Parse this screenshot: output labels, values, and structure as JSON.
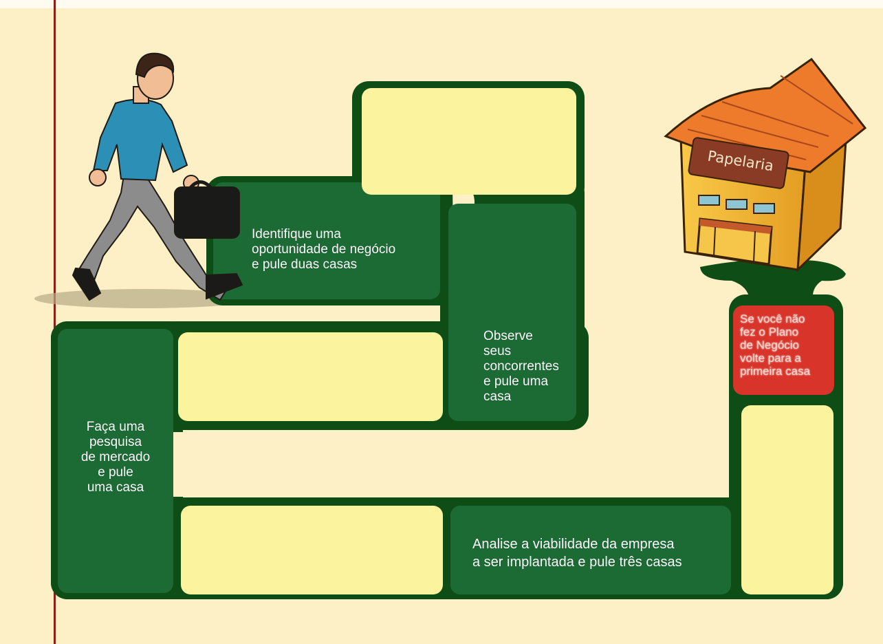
{
  "board": {
    "colors": {
      "background": "#fdf0c6",
      "track": "#0f4d17",
      "green_cell": "#1c6b35",
      "yellow_cell": "#fbf39d",
      "red_cell": "#d8342a",
      "margin_line": "#8c1f18"
    },
    "cells": [
      {
        "id": "cell-identifique",
        "color": "green",
        "text": "Identifique uma\noportunidade de negócio\ne pule duas casas"
      },
      {
        "id": "cell-observe",
        "color": "green",
        "text": "Observe\nseus\nconcorrentes\ne pule uma\ncasa"
      },
      {
        "id": "cell-pesquisa",
        "color": "green",
        "text": "Faça uma\npesquisa\nde  mercado\ne pule\numa casa"
      },
      {
        "id": "cell-analise",
        "color": "green",
        "text": "Analise a viabilidade da empresa\na ser implantada e pule três casas"
      },
      {
        "id": "cell-plano",
        "color": "red",
        "text": "Se você não\nfez o Plano\nde Negócio\nvolte para a\nprimeira casa"
      }
    ],
    "goal": {
      "icon": "shop-building-icon",
      "sign": "Papelaria"
    },
    "player": {
      "icon": "businessman-walking-icon",
      "accessory": "briefcase-icon"
    }
  }
}
